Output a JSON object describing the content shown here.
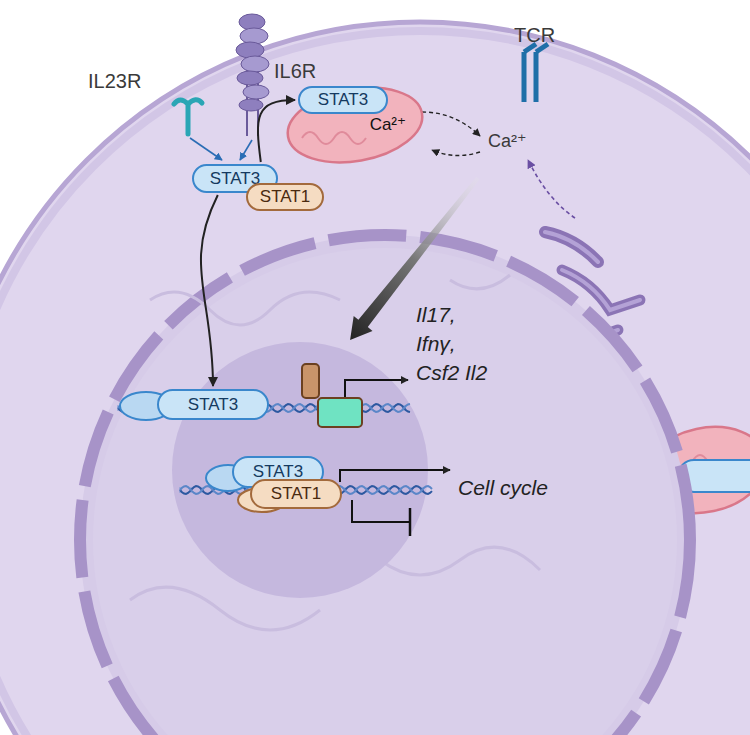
{
  "diagram": {
    "nodes": [
      {
        "text": [
          "STAT3"
        ]
      },
      {
        "text": [
          "STAT1"
        ]
      },
      {
        "text": [
          "Ca²⁺"
        ]
      },
      {
        "text": [
          "STAT3"
        ],
        "in": 2
      },
      {
        "text": [
          "STAT3"
        ]
      },
      {
        "text": [
          "STAT3"
        ]
      },
      {
        "text": [
          "STAT1"
        ]
      }
    ],
    "edges": [
      {
        "from": 0,
        "to": 3,
        "arrow": "to"
      },
      {
        "from": 0,
        "to": 4,
        "arrow": "to"
      }
    ],
    "labels": [
      "IL23R",
      "IL6R",
      "TCR",
      "Ca²⁺",
      "Il17, Ifnγ, Csf2 Il2",
      "Cell cycle"
    ]
  }
}
